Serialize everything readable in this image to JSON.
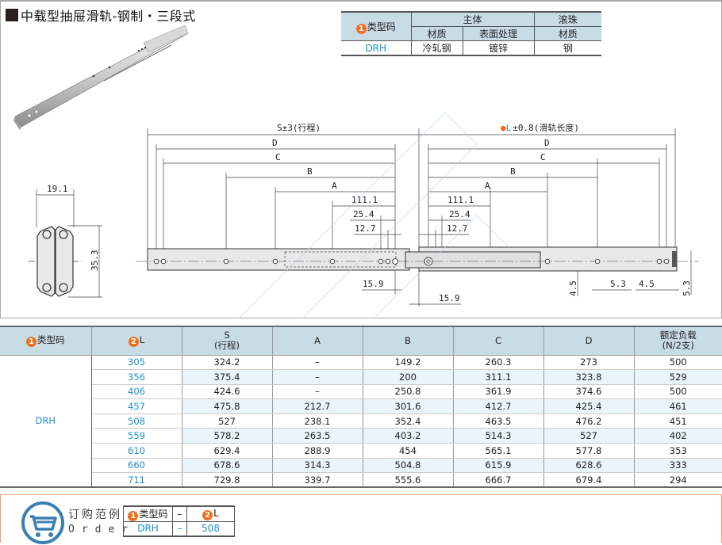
{
  "title": "中载型抽屉滑轨-钢制・三段式",
  "spec_table": {
    "col_type_code": "类型码",
    "col_type_badge": "1",
    "group_body": "主体",
    "group_ball": "滚珠",
    "sub_material": "材质",
    "sub_surface": "表面处理",
    "sub_ball_material": "材质",
    "row": {
      "code": "DRH",
      "material": "冷轧钢",
      "surface": "镀锌",
      "ball_material": "钢"
    }
  },
  "drawing": {
    "stroke_label": "S±3(行程)",
    "length_label_badge": "2",
    "length_label_L": "L",
    "length_label": "±0.8(滑轨长度)",
    "dims": {
      "D": "D",
      "C": "C",
      "B": "B",
      "A": "A",
      "d111": "111.1",
      "d25": "25.4",
      "d12": "12.7",
      "d15a": "15.9",
      "d15b": "15.9",
      "h45": "4.5",
      "w53": "5.3",
      "w45": "4.5",
      "h53": "5.3",
      "width": "19.1",
      "height": "35.3"
    }
  },
  "main_table": {
    "headers": {
      "type_badge": "1",
      "type": "类型码",
      "l_badge": "2",
      "l": "L",
      "s_line1": "S",
      "s_line2": "(行程)",
      "a": "A",
      "b": "B",
      "c": "C",
      "d": "D",
      "load_line1": "额定负载",
      "load_line2": "(N/2支)"
    },
    "type_code": "DRH",
    "rows": [
      {
        "L": "305",
        "S": "324.2",
        "A": "–",
        "B": "149.2",
        "C": "260.3",
        "D": "273",
        "load": "500"
      },
      {
        "L": "356",
        "S": "375.4",
        "A": "–",
        "B": "200",
        "C": "311.1",
        "D": "323.8",
        "load": "529"
      },
      {
        "L": "406",
        "S": "424.6",
        "A": "–",
        "B": "250.8",
        "C": "361.9",
        "D": "374.6",
        "load": "500"
      },
      {
        "L": "457",
        "S": "475.8",
        "A": "212.7",
        "B": "301.6",
        "C": "412.7",
        "D": "425.4",
        "load": "461"
      },
      {
        "L": "508",
        "S": "527",
        "A": "238.1",
        "B": "352.4",
        "C": "463.5",
        "D": "476.2",
        "load": "451"
      },
      {
        "L": "559",
        "S": "578.2",
        "A": "263.5",
        "B": "403.2",
        "C": "514.3",
        "D": "527",
        "load": "402"
      },
      {
        "L": "610",
        "S": "629.4",
        "A": "288.9",
        "B": "454",
        "C": "565.1",
        "D": "577.8",
        "load": "353"
      },
      {
        "L": "660",
        "S": "678.6",
        "A": "314.3",
        "B": "504.8",
        "C": "615.9",
        "D": "628.6",
        "load": "333"
      },
      {
        "L": "711",
        "S": "729.8",
        "A": "339.7",
        "B": "555.6",
        "C": "666.7",
        "D": "679.4",
        "load": "294"
      }
    ]
  },
  "order": {
    "title_cn": "订购范例",
    "title_en": "Order",
    "h_type_badge": "1",
    "h_type": "类型码",
    "h_sep": "–",
    "h_l_badge": "2",
    "h_l": "L",
    "v_type": "DRH",
    "v_sep": "–",
    "v_l": "508"
  },
  "colors": {
    "header_bg": "#c8dce6",
    "badge": "#f07020",
    "link_blue": "#1e90d0",
    "order_border": "#f0a070",
    "cart_blue": "#3a7fb0"
  }
}
